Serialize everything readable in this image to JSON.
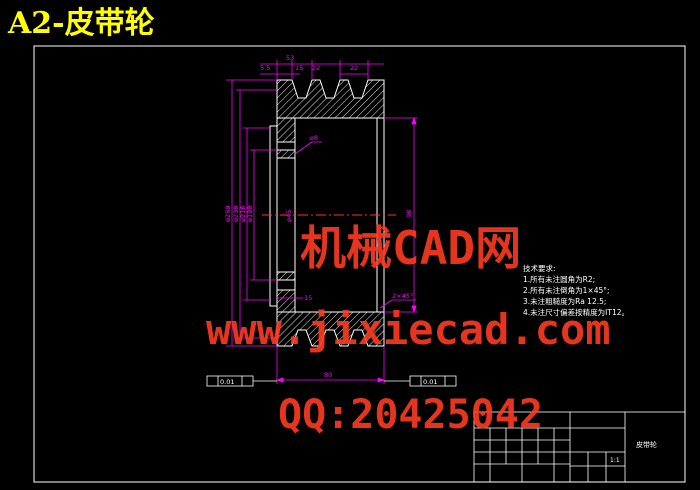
{
  "drawing": {
    "title": "A2-皮带轮",
    "title_color": "#ffff00",
    "line_color": "#ffffff",
    "dimension_color": "#ff00ff",
    "hatch_color": "#ffffff",
    "center_line_color": "#ff3030"
  },
  "dimensions": {
    "top_width": "53",
    "top_left": "5.5",
    "top_mid": "15",
    "top_mid2": "22",
    "top_right": "22",
    "slot": "ø8",
    "hub": "15",
    "overall_width": "80",
    "chamfer": "2×45°",
    "inner_bore": "98",
    "diameters": [
      "ø250",
      "ø238",
      "ø216",
      "ø198",
      "ø45"
    ],
    "tolerance_left": "0.01",
    "tolerance_right": "0.01"
  },
  "notes": {
    "heading": "技术要求:",
    "lines": [
      "1.所有未注圆角为R2;",
      "2.所有未注倒角为1×45°;",
      "3.未注粗糙度为Ra 12.5;",
      "4.未注尺寸偏差按精度为IT12。"
    ]
  },
  "title_block": {
    "part_name": "皮带轮",
    "scale": "1:1"
  },
  "watermark": {
    "line1": "机械CAD网",
    "line2": "www.jixiecad.com",
    "line3": "QQ:20425042",
    "color": "#ff3b22"
  }
}
